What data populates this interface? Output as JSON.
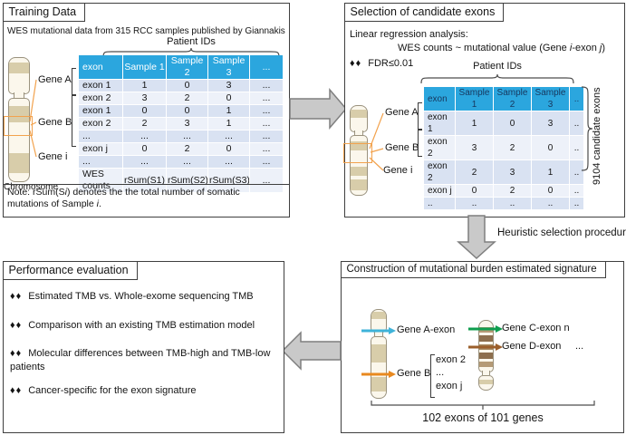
{
  "training": {
    "title": "Training Data",
    "subtitle": "WES mutational data from 315 RCC samples published by Giannakis",
    "patient_ids": "Patient IDs",
    "genes": [
      "Gene A",
      "Gene B",
      "Gene i"
    ],
    "chromosome_caption": "Chromosome",
    "table": {
      "headers": [
        "exon",
        "Sample 1",
        "Sample 2",
        "Sample 3",
        "..."
      ],
      "rows": [
        [
          "exon 1",
          "1",
          "0",
          "3",
          "..."
        ],
        [
          "exon 2",
          "3",
          "2",
          "0",
          "..."
        ],
        [
          "exon 1",
          "0",
          "0",
          "1",
          "..."
        ],
        [
          "exon 2",
          "2",
          "3",
          "1",
          "..."
        ],
        [
          "...",
          "...",
          "...",
          "...",
          "..."
        ],
        [
          "exon j",
          "0",
          "2",
          "0",
          "..."
        ],
        [
          "...",
          "...",
          "...",
          "...",
          "..."
        ],
        [
          "WES counts",
          "rSum(S1)",
          "rSum(S2)",
          "rSum(S3)",
          "..."
        ]
      ]
    },
    "note_parts": [
      "Note: rSum(S",
      "i",
      ") denotes the the total number of somatic mutations of Sample ",
      "i",
      "."
    ]
  },
  "selection": {
    "title": "Selection of candidate exons",
    "analysis_line1": "Linear regression analysis:",
    "analysis_line2_parts": [
      "WES counts ~ mutational value (Gene ",
      "i",
      "-exon ",
      "j",
      ")"
    ],
    "bullet_prefix": "♦♦",
    "fdr": "FDR≤0.01",
    "patient_ids": "Patient IDs",
    "genes": [
      "Gene A",
      "Gene B",
      "Gene i"
    ],
    "candidate_label": "9104 candidate exons",
    "table": {
      "headers": [
        "exon",
        "Sample 1",
        "Sample 2",
        "Sample 3",
        ".."
      ],
      "rows": [
        [
          "exon 1",
          "1",
          "0",
          "3",
          ".."
        ],
        [
          "exon 2",
          "3",
          "2",
          "0",
          ".."
        ],
        [
          "exon 2",
          "2",
          "3",
          "1",
          ".."
        ],
        [
          "exon j",
          "0",
          "2",
          "0",
          ".."
        ],
        [
          "..",
          "..",
          "..",
          "..",
          ".."
        ]
      ]
    }
  },
  "flow": {
    "heuristic_label": "Heuristic selection procedure"
  },
  "construction": {
    "title": "Construction of mutational burden estimated signature",
    "gene_a": "Gene A-exon",
    "gene_b": "Gene B",
    "exon_list": [
      "exon 2",
      "...",
      "exon j"
    ],
    "gene_c": "Gene C-exon n",
    "gene_d": "Gene D-exon",
    "dots": "...",
    "caption": "102 exons of 101 genes"
  },
  "performance": {
    "title": "Performance evaluation",
    "bullet_prefix": "♦♦",
    "bullets": [
      "Estimated TMB vs. Whole-exome sequencing TMB",
      "Comparison with an existing TMB estimation model",
      "Molecular differences between TMB-high and TMB-low patients",
      "Cancer-specific for the exon signature"
    ]
  },
  "colors": {
    "table_header": "#2ba6de",
    "row_dark": "#d9e2f2",
    "row_light": "#edf1f9",
    "highlight_orange": "#f2a24d",
    "arrow_gray": "#c9c9c9",
    "gene_a_arrow": "#3fb3d9",
    "gene_b_arrow": "#e8891f",
    "gene_c_arrow": "#0f9d4e",
    "gene_d_arrow": "#9b5f2b"
  }
}
